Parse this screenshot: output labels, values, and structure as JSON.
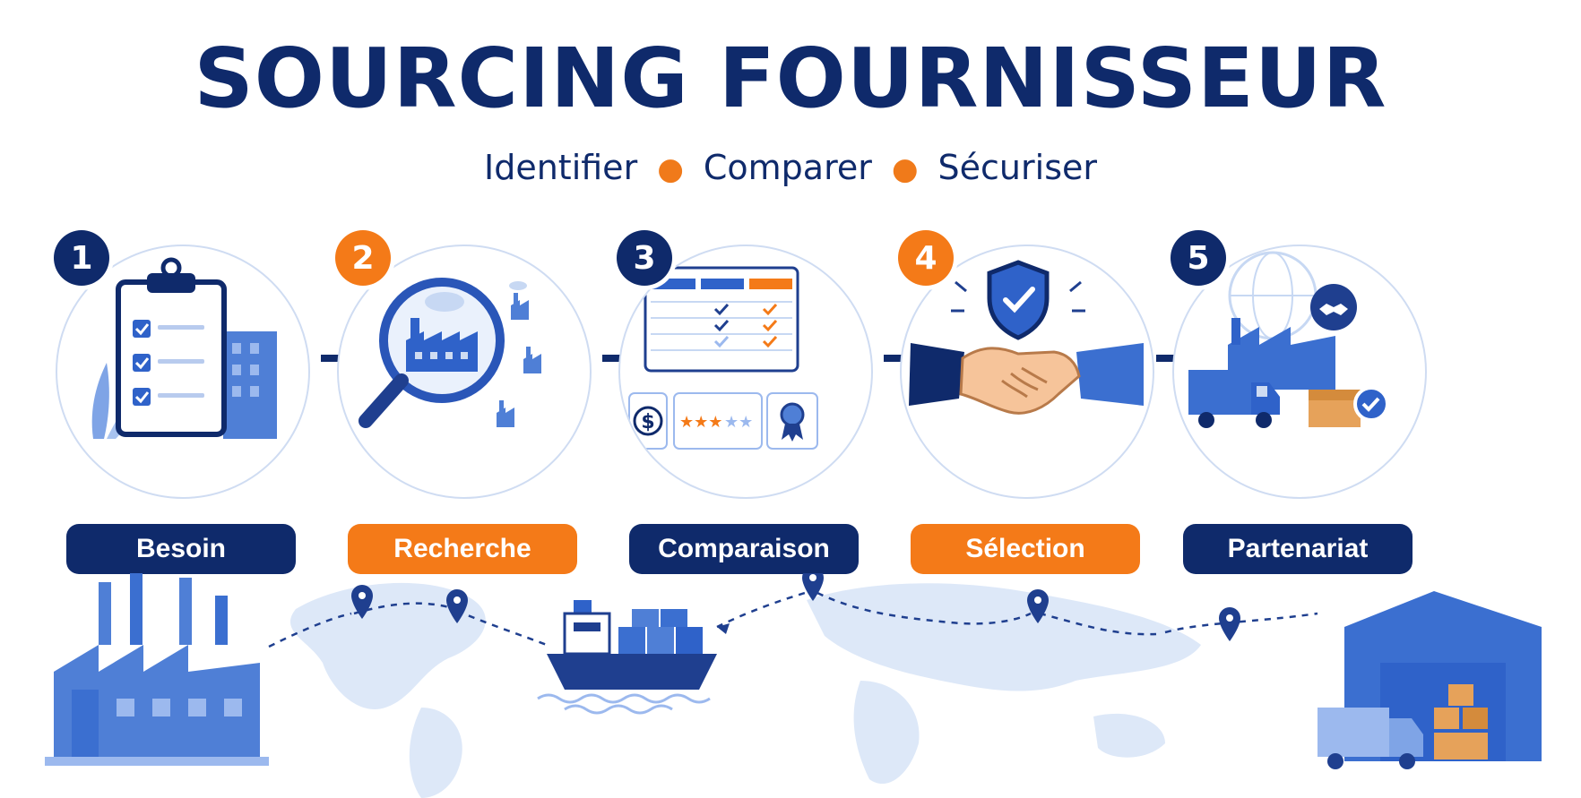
{
  "title": "SOURCING FOURNISSEUR",
  "subtitle": [
    "Identifier",
    "Comparer",
    "Sécuriser"
  ],
  "colors": {
    "navy": "#0f2a6b",
    "orange": "#f47a18",
    "blue": "#3b6fd0",
    "light_blue": "#cfdcf2"
  },
  "steps": [
    {
      "number": "1",
      "label": "Besoin",
      "color": "navy",
      "icon": "clipboard-checklist-icon"
    },
    {
      "number": "2",
      "label": "Recherche",
      "color": "orange",
      "icon": "magnifier-factory-icon"
    },
    {
      "number": "3",
      "label": "Comparaison",
      "color": "navy",
      "icon": "comparison-table-icon"
    },
    {
      "number": "4",
      "label": "Sélection",
      "color": "orange",
      "icon": "handshake-shield-icon"
    },
    {
      "number": "5",
      "label": "Partenariat",
      "color": "navy",
      "icon": "warehouse-truck-icon"
    }
  ],
  "comparison_price_symbol": "$",
  "bottom_scene": {
    "icons": [
      "factory-icon",
      "map-pin-icon",
      "cargo-ship-icon",
      "warehouse-icon",
      "delivery-truck-icon"
    ]
  }
}
